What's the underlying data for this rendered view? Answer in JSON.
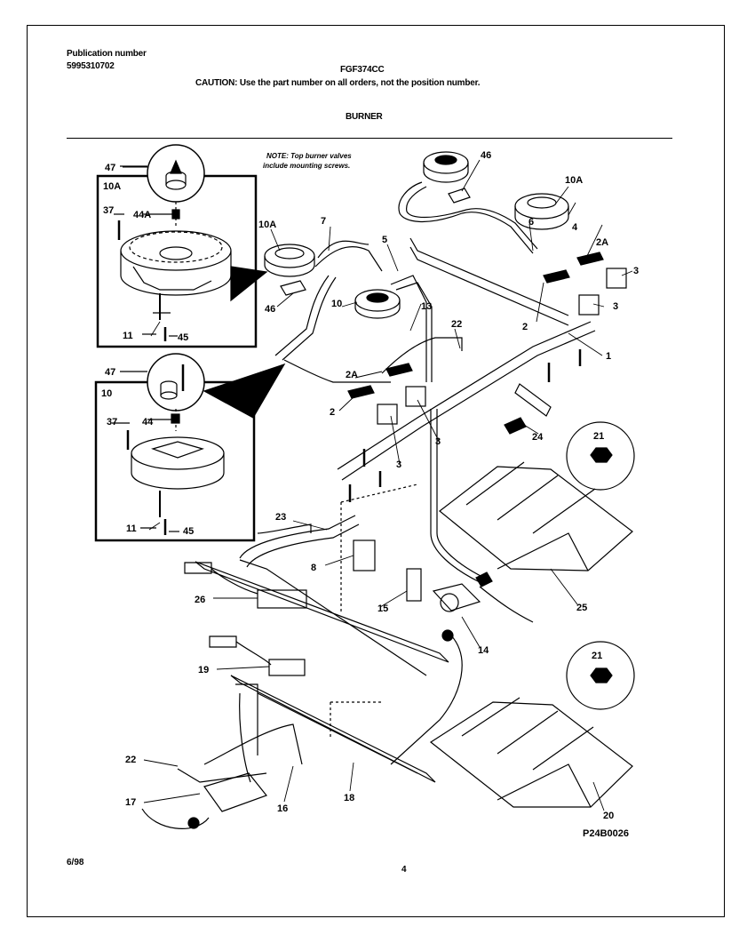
{
  "header": {
    "publication_label": "Publication number",
    "publication_number": "5995310702",
    "model": "FGF374CC",
    "caution": "CAUTION:  Use the part number on all orders, not the position number.",
    "section": "BURNER"
  },
  "note": {
    "line1": "NOTE: Top burner valves",
    "line2": "include mounting screws."
  },
  "callouts": {
    "c1": "1",
    "c2a": "2",
    "c2b": "2",
    "c2Aa": "2A",
    "c2Ab": "2A",
    "c3a": "3",
    "c3b": "3",
    "c3c": "3",
    "c3d": "3",
    "c4": "4",
    "c5": "5",
    "c6": "6",
    "c7": "7",
    "c8": "8",
    "c10": "10",
    "c10A": "10A",
    "c10Ab": "10A",
    "c11a": "11",
    "c11b": "11",
    "c13": "13",
    "c14": "14",
    "c15": "15",
    "c16": "16",
    "c17": "17",
    "c18": "18",
    "c19": "19",
    "c20": "20",
    "c21a": "21",
    "c21b": "21",
    "c22a": "22",
    "c22b": "22",
    "c23": "23",
    "c24": "24",
    "c25": "25",
    "c26": "26",
    "c37a": "37",
    "c37b": "37",
    "c44": "44",
    "c44A": "44A",
    "c45a": "45",
    "c45b": "45",
    "c46a": "46",
    "c46b": "46",
    "c47a": "47",
    "c47b": "47",
    "inset10A": "10A",
    "inset10": "10"
  },
  "footer": {
    "date": "6/98",
    "page": "4",
    "drawing_id": "P24B0026"
  }
}
